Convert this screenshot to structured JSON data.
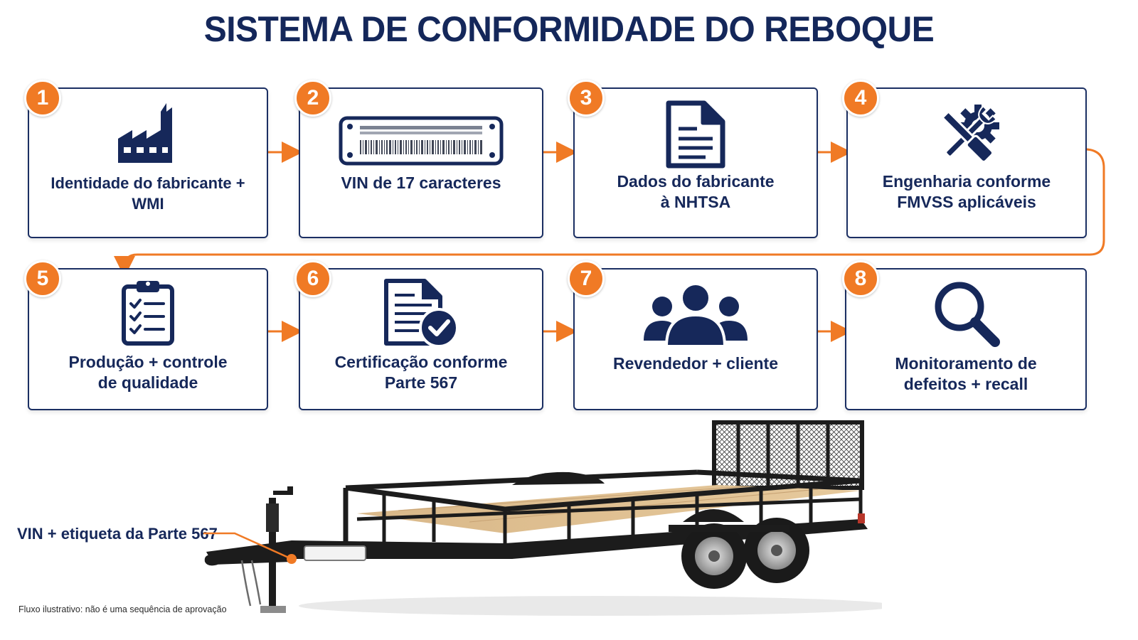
{
  "title": "SISTEMA DE CONFORMIDADE DO REBOQUE",
  "steps": [
    {
      "number": "1",
      "icon": "factory-icon",
      "label_lines": [
        "Identidade do fabricante + WMI"
      ]
    },
    {
      "number": "2",
      "icon": "vin-plate-icon",
      "label_lines": [
        "VIN de 17 caracteres"
      ]
    },
    {
      "number": "3",
      "icon": "document-icon",
      "label_lines": [
        "Dados do fabricante",
        "à NHTSA"
      ]
    },
    {
      "number": "4",
      "icon": "wrench-gear-icon",
      "label_lines": [
        "Engenharia conforme",
        "FMVSS aplicáveis"
      ]
    },
    {
      "number": "5",
      "icon": "clipboard-checklist-icon",
      "label_lines": [
        "Produção + controle",
        "de qualidade"
      ]
    },
    {
      "number": "6",
      "icon": "certified-document-icon",
      "label_lines": [
        "Certificação conforme",
        "Parte 567"
      ]
    },
    {
      "number": "7",
      "icon": "people-group-icon",
      "label_lines": [
        "Revendedor + cliente"
      ]
    },
    {
      "number": "8",
      "icon": "magnifier-icon",
      "label_lines": [
        "Monitoramento de",
        "defeitos + recall"
      ]
    }
  ],
  "callout": "VIN + etiqueta da Parte 567",
  "footnote": "Fluxo ilustrativo: não é uma sequência de aprovação",
  "colors": {
    "navy": "#16285a",
    "orange": "#f07a25",
    "border": "#1b2f63"
  }
}
